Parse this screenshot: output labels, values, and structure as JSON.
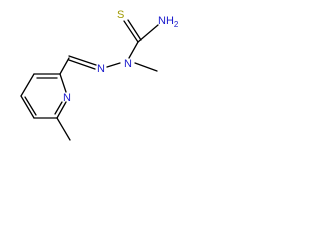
{
  "molecule": {
    "atoms": {
      "sulfur": "S",
      "amine": "NH",
      "amine_subscript": "2",
      "hydrazine_n1": "N",
      "hydrazine_n2": "N",
      "pyridine_n": "N"
    },
    "colors": {
      "bond": "#000000",
      "nitrogen": "#1a1acc",
      "sulfur": "#a09a00"
    }
  }
}
